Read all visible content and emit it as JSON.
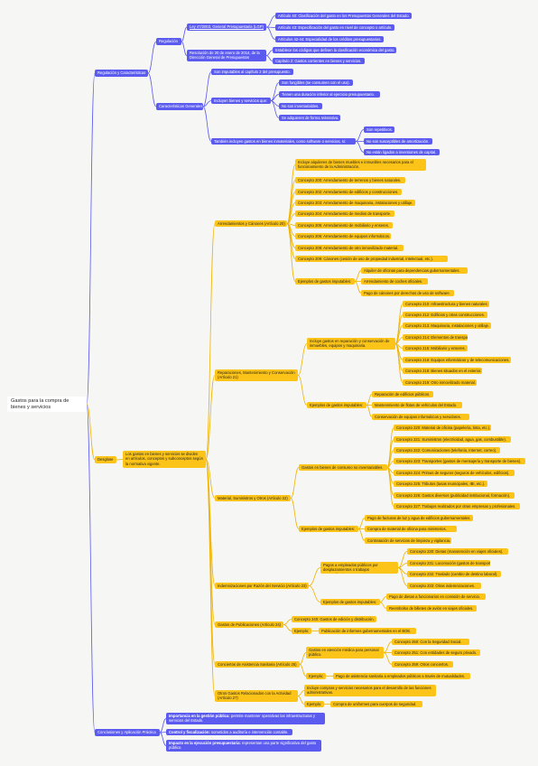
{
  "colors": {
    "blue": "#5b5bf0",
    "yellow": "#fcc419",
    "blue_line": "#5b5bf0",
    "yellow_line": "#f0b400",
    "background": "#f6f6f4"
  },
  "root": {
    "title": "Gastos para la compra de bienes y servicios"
  },
  "regulacion": {
    "label": "Regulación y Características",
    "regulacion_node": "Regulación",
    "lgp": "Ley 47/2003, General Presupuestaria (LGP)",
    "art40": "Artículo 40: Clasificación del gasto en los Presupuestos Generales del Estado.",
    "art43": "Artículo 43: Especificación del gasto en nivel de concepto o artículo.",
    "art4244": "Artículos 42-44: Especialidad de los créditos presupuestarios.",
    "resolucion": "Resolución de 20 de enero de 2014, de la Dirección General de Presupuestos",
    "res1": "Establece los códigos que definen la clasificación económica del gasto.",
    "res2": "Capítulo 2: Gastos corrientes en bienes y servicios.",
    "caracteristicas": "Características Generales",
    "imputables": "Son imputables al capítulo 2 del presupuesto.",
    "incluyen": "Incluyen bienes y servicios que:",
    "fungibles": "Son fungibles (se consumen con el uso).",
    "duracion": "Tienen una duración inferior al ejercicio presupuestario.",
    "inventariables": "No son inventariables.",
    "adquieren": "Se adquieren de forma reiterativa.",
    "inmateriales": "También incluyen gastos en bienes inmateriales, como software o servicios, si:",
    "repetitivos": "Son repetitivos.",
    "amortizacion": "No son susceptibles de amortización.",
    "ligados": "No están ligados a inversiones de capital."
  },
  "desglose": {
    "label": "Desglose",
    "desc": "Los gastos en bienes y servicios se dividen en artículos, conceptos y subconceptos según la normativa vigente.",
    "a20": {
      "label": "Arrendamientos y Cánones (Artículo 20)",
      "incluye": "Incluye alquileres de bienes muebles e inmuebles necesarios para el funcionamiento de la Administración.",
      "conceptos": [
        "Concepto 200: Arrendamiento de terrenos y bienes naturales.",
        "Concepto 202: Arrendamiento de edificios y construcciones.",
        "Concepto 203: Arrendamiento de maquinaria, instalaciones y utillaje.",
        "Concepto 204: Arrendamiento de medios de transporte.",
        "Concepto 205: Arrendamiento de mobiliario y enseres.",
        "Concepto 206: Arrendamiento de equipos informáticos.",
        "Concepto 208: Arrendamiento de otro inmovilizado material.",
        "Concepto 209: Cánones (cesión de uso de propiedad industrial, intelectual, etc.)."
      ],
      "ejemplos_label": "Ejemplos de gastos imputables:",
      "ejemplos": [
        "Alquiler de oficinas para dependencias gubernamentales.",
        "Arrendamiento de coches oficiales.",
        "Pago de cánones por derechos de uso de software."
      ]
    },
    "a21": {
      "label": "Reparaciones, Mantenimiento y Conservación (Artículo 21)",
      "incluye": "Incluye gastos en reparación y conservación de inmuebles, equipos y maquinaria.",
      "conceptos": [
        "Concepto 210: Infraestructura y bienes naturales.",
        "Concepto 212: Edificios y otras construcciones.",
        "Concepto 213: Maquinaria, instalaciones y utillaje.",
        "Concepto 214: Elementos de transporte.",
        "Concepto 215: Mobiliario y enseres.",
        "Concepto 216: Equipos informáticos y de telecomunicaciones.",
        "Concepto 218: Bienes situados en el exterior.",
        "Concepto 219: Otro inmovilizado material."
      ],
      "ejemplos_label": "Ejemplos de gastos imputables:",
      "ejemplos": [
        "Reparación de edificios públicos.",
        "Mantenimiento de flotas de vehículos del Estado.",
        "Conservación de equipos informáticos y servidores."
      ]
    },
    "a22": {
      "label": "Material, Suministros y Otros (Artículo 22)",
      "incluye": "Gastos en bienes de consumo no inventariables.",
      "conceptos": [
        "Concepto 220: Material de oficina (papelería, tinta, etc.).",
        "Concepto 221: Suministros (electricidad, agua, gas, combustible).",
        "Concepto 222: Comunicaciones (telefonía, Internet, correo).",
        "Concepto 223: Transportes (gastos de mensajería y transporte de bienes).",
        "Concepto 224: Primas de seguros (seguros de vehículos, edificios).",
        "Concepto 225: Tributos (tasas municipales, IBI, etc.).",
        "Concepto 226: Gastos diversos (publicidad institucional, formación).",
        "Concepto 227: Trabajos realizados por otras empresas y profesionales."
      ],
      "ejemplos_label": "Ejemplos de gastos imputables:",
      "ejemplos": [
        "Pago de facturas de luz y agua de edificios gubernamentales.",
        "Compra de material de oficina para ministerios.",
        "Contratación de servicios de limpieza y vigilancia."
      ]
    },
    "a23": {
      "label": "Indemnizaciones por Razón del Servicio (Artículo 23)",
      "pagos": "Pagos a empleados públicos por desplazamientos o trabajos extraordinarios.",
      "conceptos": [
        "Concepto 230: Dietas (manutención en viajes oficiales).",
        "Concepto 231: Locomoción (gastos de transporte).",
        "Concepto 232: Traslado (cambio de destino laboral).",
        "Concepto 233: Otras indemnizaciones."
      ],
      "ejemplos_label": "Ejemplos de gastos imputables:",
      "ejemplos": [
        "Pago de dietas a funcionarios en comisión de servicio.",
        "Reembolso de billetes de avión en viajes oficiales."
      ]
    },
    "a24": {
      "label": "Gastos de Publicaciones (Artículo 24)",
      "concepto": "Concepto 240: Gastos de edición y distribución.",
      "ejemplo_label": "Ejemplo:",
      "ejemplo": "Publicación de informes gubernamentales en el BOE."
    },
    "a25": {
      "label": "Conciertos de Asistencia Sanitaria (Artículo 25)",
      "gastos": "Gastos en atención médica para personal público.",
      "conceptos": [
        "Concepto 250: Con la Seguridad Social.",
        "Concepto 251: Con entidades de seguro privado.",
        "Concepto 259: Otros conciertos."
      ],
      "ejemplo_label": "Ejemplo:",
      "ejemplo": "Pago de asistencia sanitaria a empleados públicos a través de mutualidades."
    },
    "a27": {
      "label": "Otros Gastos Relacionados con la Actividad (Artículo 27)",
      "incluye": "Incluye compras y servicios necesarios para el desarrollo de las funciones administrativas.",
      "ejemplo_label": "Ejemplo:",
      "ejemplo": "Compra de uniformes para cuerpos de seguridad."
    }
  },
  "conclusiones": {
    "label": "Conclusiones y Aplicación Práctica",
    "c1_bold": "Importancia en la gestión pública:",
    "c1_rest": " permite mantener operativas las infraestructuras y servicios del Estado.",
    "c2_bold": "Control y fiscalización:",
    "c2_rest": " sometidos a auditoría e intervención contable.",
    "c3_bold": "Impacto en la ejecución presupuestaria:",
    "c3_rest": " representan una parte significativa del gasto público."
  }
}
